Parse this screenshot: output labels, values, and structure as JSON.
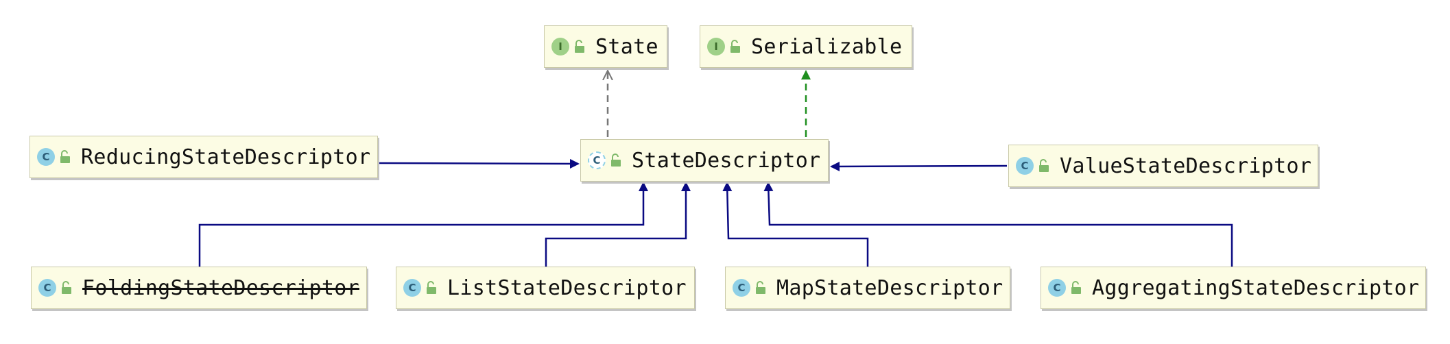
{
  "nodes": {
    "state": {
      "kind": "interface",
      "badge": "I",
      "label": "State"
    },
    "serializable": {
      "kind": "interface",
      "badge": "I",
      "label": "Serializable"
    },
    "state_descriptor": {
      "kind": "abstract",
      "badge": "C",
      "label": "StateDescriptor"
    },
    "reducing": {
      "kind": "class",
      "badge": "C",
      "label": "ReducingStateDescriptor"
    },
    "value": {
      "kind": "class",
      "badge": "C",
      "label": "ValueStateDescriptor"
    },
    "folding": {
      "kind": "class",
      "badge": "C",
      "label": "FoldingStateDescriptor",
      "deprecated": true
    },
    "list": {
      "kind": "class",
      "badge": "C",
      "label": "ListStateDescriptor"
    },
    "map": {
      "kind": "class",
      "badge": "C",
      "label": "MapStateDescriptor"
    },
    "aggregating": {
      "kind": "class",
      "badge": "C",
      "label": "AggregatingStateDescriptor"
    }
  },
  "edges": [
    {
      "from": "state_descriptor",
      "to": "state",
      "type": "implements-gray"
    },
    {
      "from": "state_descriptor",
      "to": "serializable",
      "type": "implements-green"
    },
    {
      "from": "reducing",
      "to": "state_descriptor",
      "type": "extends"
    },
    {
      "from": "value",
      "to": "state_descriptor",
      "type": "extends"
    },
    {
      "from": "folding",
      "to": "state_descriptor",
      "type": "extends"
    },
    {
      "from": "list",
      "to": "state_descriptor",
      "type": "extends"
    },
    {
      "from": "map",
      "to": "state_descriptor",
      "type": "extends"
    },
    {
      "from": "aggregating",
      "to": "state_descriptor",
      "type": "extends"
    }
  ],
  "colors": {
    "extends": "#0a0a82",
    "implements_green": "#1f8f1f",
    "implements_gray": "#777777",
    "node_fill": "#fcfce4",
    "lock": "#7fb96a"
  }
}
